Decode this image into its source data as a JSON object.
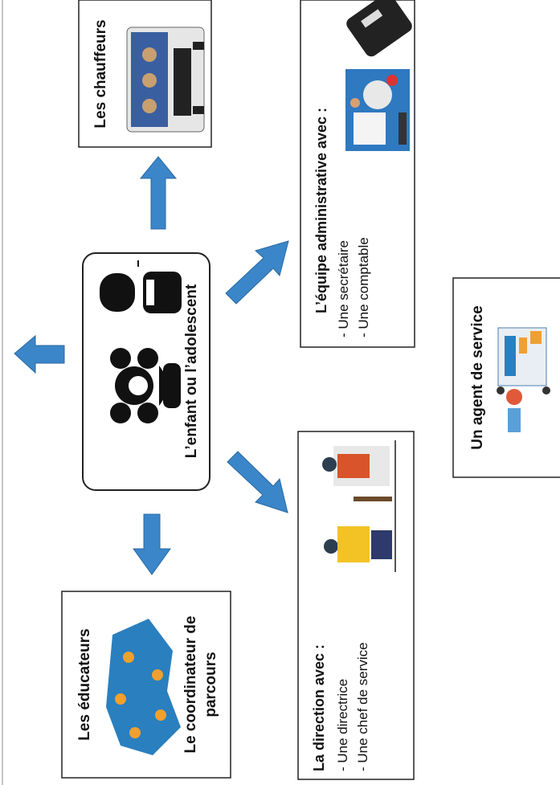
{
  "center": {
    "title": "L’enfant ou l’adolescent"
  },
  "chauffeurs": {
    "title": "Les chauffeurs"
  },
  "admin": {
    "title": "L’équipe administrative avec :",
    "items": [
      "- Une secrétaire",
      "- Une comptable"
    ]
  },
  "educateurs": {
    "title": "Les éducateurs",
    "subtitle_line1": "Le coordinateur de",
    "subtitle_line2": "parcours"
  },
  "direction": {
    "title": "La direction avec :",
    "items": [
      "- Une directrice",
      "- Une chef de service"
    ]
  },
  "agent": {
    "title": "Un agent de service"
  },
  "colors": {
    "arrow": "#3a86c8",
    "border": "#222222",
    "accent_orange": "#f0a030",
    "accent_blue": "#2a7fbf"
  }
}
